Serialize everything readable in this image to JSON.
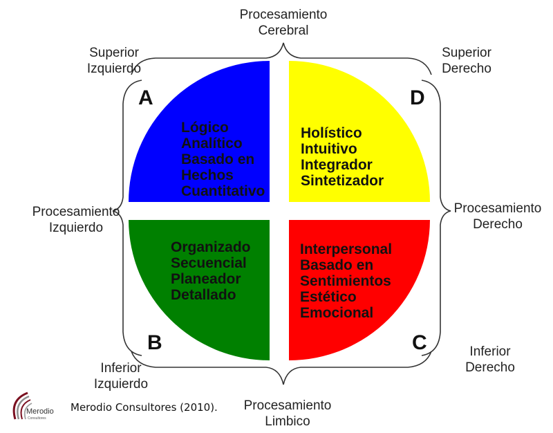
{
  "labels": {
    "top": [
      "Procesamiento",
      "Cerebral"
    ],
    "bottom": [
      "Procesamiento",
      "Limbico"
    ],
    "left": [
      "Procesamiento",
      "Izquierdo"
    ],
    "right": [
      "Procesamiento",
      "Derecho"
    ],
    "top_left": [
      "Superior",
      "Izquierdo"
    ],
    "top_right": [
      "Superior",
      "Derecho"
    ],
    "bottom_left": [
      "Inferior",
      "Izquierdo"
    ],
    "bottom_right": [
      "Inferior",
      "Derecho"
    ]
  },
  "quadrants": {
    "A": {
      "letter": "A",
      "color": "#0000ff",
      "lines": [
        "Lógico",
        "Analítico",
        "Basado en",
        "Hechos",
        "Cuantitativo"
      ]
    },
    "D": {
      "letter": "D",
      "color": "#ffff00",
      "lines": [
        "Holístico",
        "Intuitivo",
        "Integrador",
        "Sintetizador"
      ]
    },
    "B": {
      "letter": "B",
      "color": "#008000",
      "lines": [
        "Organizado",
        "Secuencial",
        "Planeador",
        "Detallado"
      ]
    },
    "C": {
      "letter": "C",
      "color": "#ff0000",
      "lines": [
        "Interpersonal",
        "Basado en",
        "Sentimientos",
        "Estético",
        "Emocional"
      ]
    }
  },
  "logo": {
    "text": [
      "Merodio",
      "Consultores"
    ]
  },
  "citation": "Merodio Consultores (2010).",
  "colors": {
    "bracket": "#333333",
    "text": "#222222"
  }
}
